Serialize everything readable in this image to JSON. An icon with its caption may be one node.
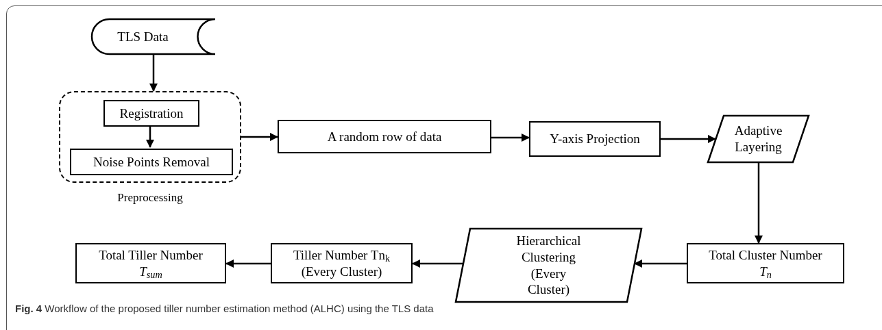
{
  "diagram": {
    "caption": "**Fig. 4** Workflow of the proposed tiller number estimation method (ALHC) using the TLS data",
    "nodes": [
      {
        "text": [
          "TLS Data"
        ]
      },
      {
        "text": [
          "Preprocessing"
        ]
      },
      {
        "text": [
          "Registration"
        ],
        "in": 1
      },
      {
        "text": [
          "Noise Points Removal"
        ],
        "in": 1
      },
      {
        "text": [
          "A random row of data"
        ]
      },
      {
        "text": [
          "Y-axis Projection"
        ]
      },
      {
        "text": [
          "Adaptive Layering"
        ]
      },
      {
        "text": [
          "Total Cluster Number",
          "T$_{n}$"
        ]
      },
      {
        "text": [
          "Hierarchical Clustering (Every Cluster)"
        ]
      },
      {
        "text": [
          "Tiller Number Tn$_{k}$ (Every Cluster)"
        ]
      },
      {
        "text": [
          "Total Tiller Number",
          "T$_{sum}$"
        ]
      }
    ],
    "edges": [
      {
        "from": 0,
        "to": 1,
        "arrow": "to"
      },
      {
        "from": 2,
        "to": 3,
        "arrow": "to"
      },
      {
        "from": 1,
        "to": 4,
        "arrow": "to"
      },
      {
        "from": 4,
        "to": 5,
        "arrow": "to"
      },
      {
        "from": 5,
        "to": 6,
        "arrow": "to"
      },
      {
        "from": 6,
        "to": 7,
        "arrow": "to"
      },
      {
        "from": 7,
        "to": 8,
        "arrow": "to"
      },
      {
        "from": 8,
        "to": 9,
        "arrow": "to"
      },
      {
        "from": 9,
        "to": 10,
        "arrow": "to"
      }
    ]
  }
}
